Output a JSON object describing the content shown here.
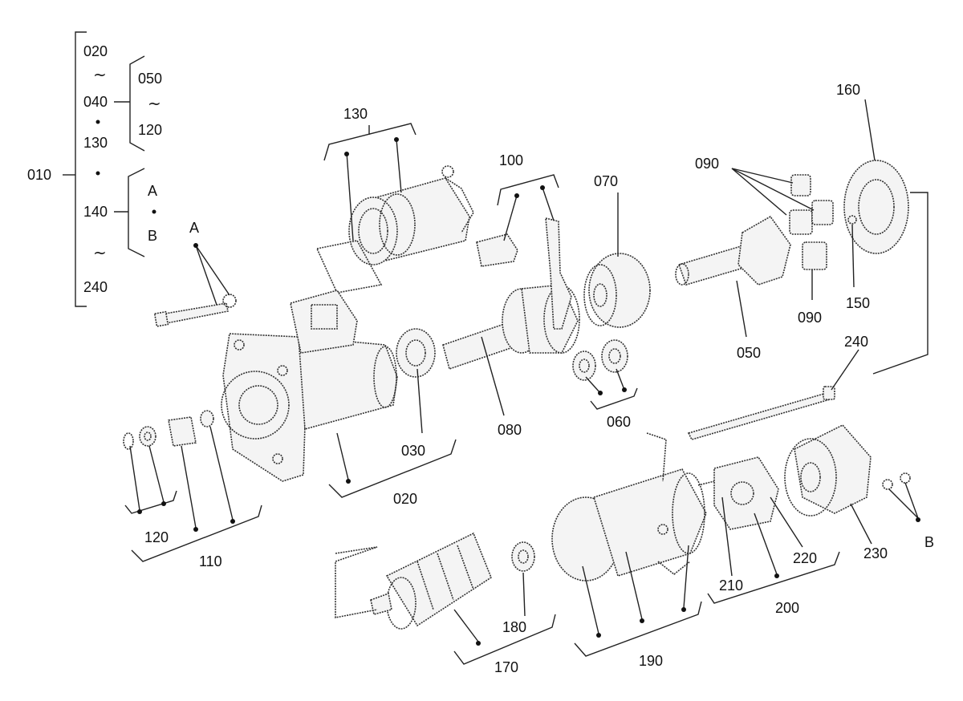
{
  "diagram": {
    "tree": {
      "root": "010",
      "group1": {
        "from": "020",
        "sep": "~",
        "to": "040",
        "sub_from": "050",
        "sub_sep": "~",
        "sub_to": "120"
      },
      "item130": "130",
      "group2": {
        "label": "140",
        "opt_a": "A",
        "opt_b": "B"
      },
      "sep_final": "~",
      "last": "240"
    },
    "labels": {
      "p130": "130",
      "p100": "100",
      "p070": "070",
      "p090a": "090",
      "p090b": "090",
      "p160": "160",
      "p150": "150",
      "p050": "050",
      "p240": "240",
      "pA": "A",
      "p030": "030",
      "p080": "080",
      "p060": "060",
      "p020": "020",
      "p120": "120",
      "p110": "110",
      "p180": "180",
      "p170": "170",
      "p190": "190",
      "p210": "210",
      "p200": "200",
      "p220": "220",
      "p230": "230",
      "pB": "B"
    }
  }
}
